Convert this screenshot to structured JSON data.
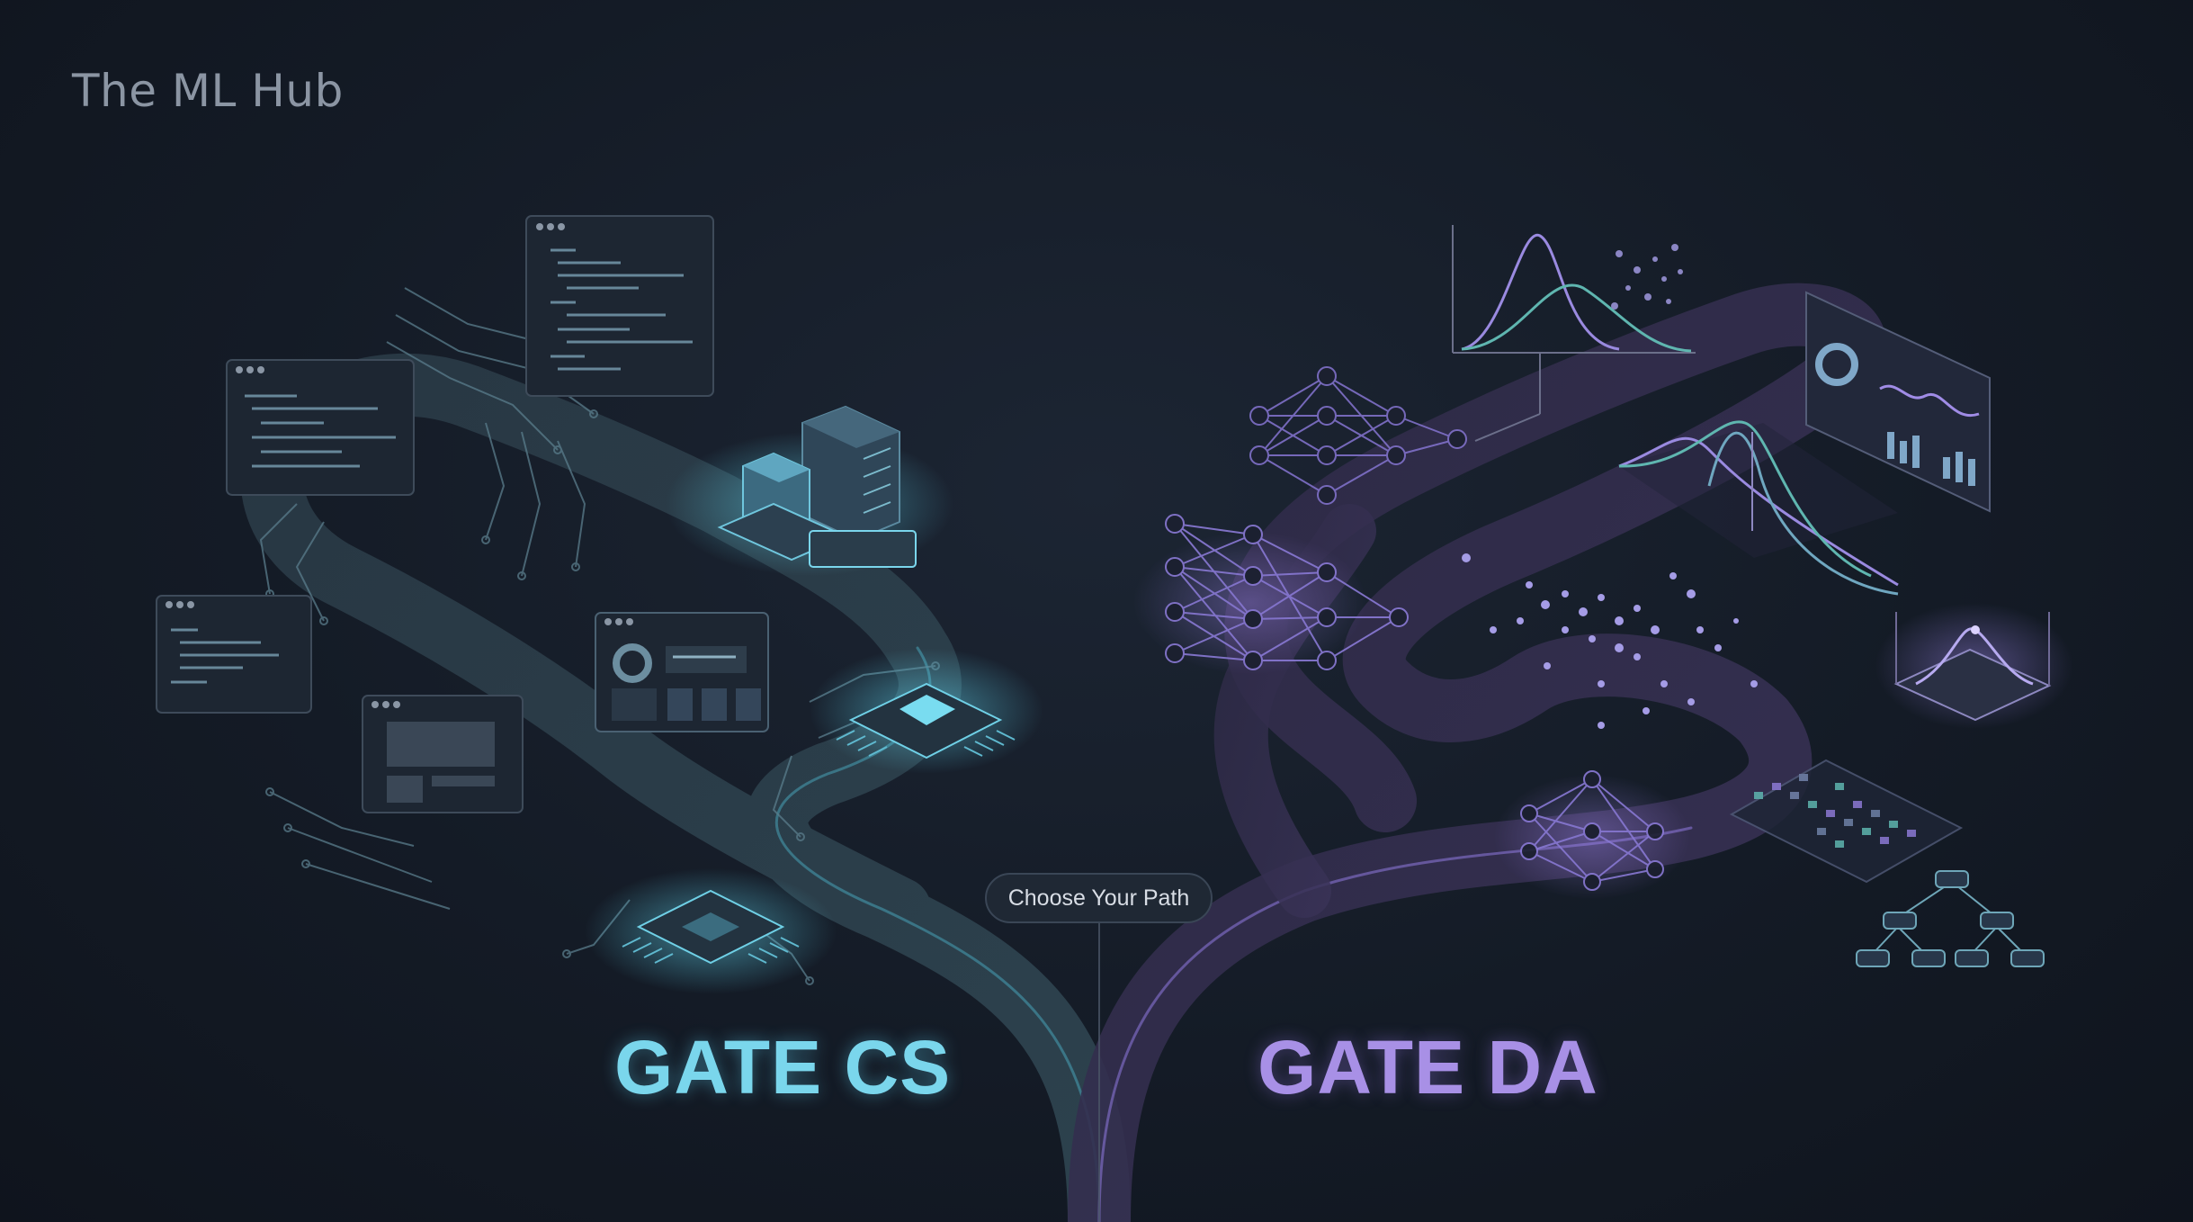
{
  "brand": {
    "name": "The ML Hub"
  },
  "center": {
    "label": "Choose Your Path"
  },
  "paths": {
    "left": {
      "title": "GATE CS",
      "color": "#7ad6ec"
    },
    "right": {
      "title": "GATE DA",
      "color": "#a890e6"
    }
  },
  "icons": {
    "left": [
      "code-window-icon",
      "server-icon",
      "dashboard-icon",
      "cpu-chip-icon",
      "circuit-trace-icon"
    ],
    "right": [
      "neural-network-icon",
      "distribution-curve-icon",
      "scatter-plot-icon",
      "bar-chart-icon",
      "decision-tree-icon",
      "heatmap-grid-icon"
    ]
  }
}
